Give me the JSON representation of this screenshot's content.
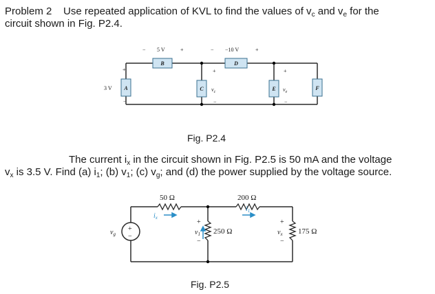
{
  "problem2": {
    "label": "Problem 2",
    "line1_pre": "Use repeated application of KVL to find the values of v",
    "sub_c": "c",
    "and": " and v",
    "sub_e": "e",
    "line1_post": " for the",
    "line2": "circuit shown in Fig. P2.4."
  },
  "fig_p24": {
    "caption": "Fig. P2.4",
    "source_label": "3 V",
    "elements": [
      {
        "letter": "A"
      },
      {
        "letter": "B",
        "voltage": "5 V"
      },
      {
        "letter": "C",
        "voltage": "v",
        "voltage_sub": "c"
      },
      {
        "letter": "D",
        "voltage": "−10 V"
      },
      {
        "letter": "E",
        "voltage": "v",
        "voltage_sub": "e"
      },
      {
        "letter": "F"
      }
    ],
    "plus": "+",
    "minus": "−"
  },
  "problem25": {
    "line1_pre": "The current i",
    "sub_x": "x",
    "line1_post": " in the circuit shown in Fig. P2.5 is 50 mA and the voltage",
    "l2_a": "v",
    "l2_a_sub": "x",
    "l2_b": " is 3.5 V. Find (a) i",
    "l2_b_sub": "1",
    "l2_c": "; (b) v",
    "l2_c_sub": "1",
    "l2_d": "; (c) v",
    "l2_d_sub": "g",
    "l2_e": "; and (d) the power supplied by the voltage source."
  },
  "fig_p25": {
    "caption": "Fig. P2.5",
    "r1": "50 Ω",
    "r2": "200 Ω",
    "r3": "250 Ω",
    "r4": "175 Ω",
    "ix": "i",
    "ix_sub": "x",
    "i1": "i",
    "i1_sub": "1",
    "v1": "v",
    "v1_sub": "1",
    "vx": "v",
    "vx_sub": "x",
    "vg": "v",
    "vg_sub": "g"
  }
}
